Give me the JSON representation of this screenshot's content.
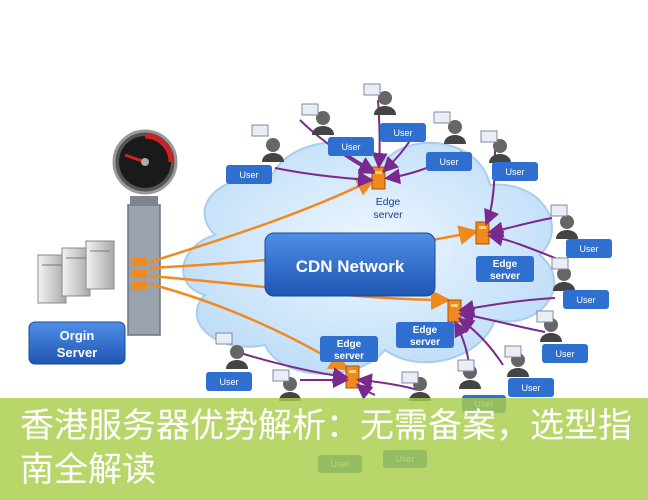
{
  "diagram": {
    "center_label": "CDN Network",
    "origin_label_line1": "Orgin",
    "origin_label_line2": "Server",
    "edge_label_line1": "Edge",
    "edge_label_line2": "server",
    "user_label": "User"
  },
  "banner": {
    "title": "香港服务器优势解析：无需备案，选型指南全解读"
  },
  "colors": {
    "cloud_fill": "#cfe6fb",
    "box_blue": "#2f6fd0",
    "arrow_orange": "#f08a1e",
    "arrow_purple": "#7a2a8c",
    "banner_green": "#a9cc4b"
  }
}
